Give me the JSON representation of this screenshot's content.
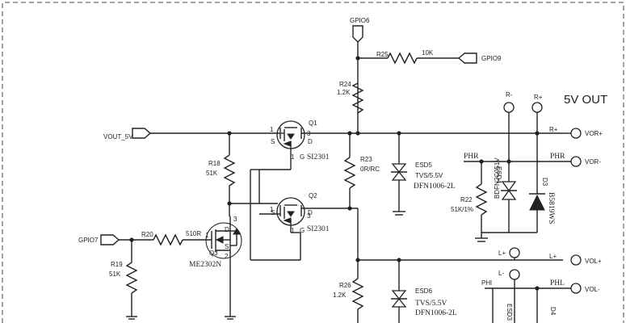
{
  "section_title": "5V OUT",
  "ports": {
    "gpio6": "GPIO6",
    "gpio9": "GPIO9",
    "gpio7": "GPIO7",
    "vout5v": "VOUT_5V",
    "vor_plus": "VOR+",
    "vor_minus": "VOR-",
    "vol_plus": "VOL+",
    "vol_minus": "VOL-"
  },
  "nets": {
    "r_plus": "R+",
    "r_minus": "R-",
    "l_plus": "L+",
    "l_minus": "L-",
    "phr": "PHR",
    "phl": "PHL",
    "phl_alt": "PHl"
  },
  "components": {
    "r25": {
      "ref": "R25",
      "value": "10K"
    },
    "r24": {
      "ref": "R24",
      "value": "1.2K"
    },
    "r18": {
      "ref": "R18",
      "value": "51K"
    },
    "r23": {
      "ref": "R23",
      "value": "0R/RC"
    },
    "r20": {
      "ref": "R20",
      "value": "510R"
    },
    "r19": {
      "ref": "R19",
      "value": "51K"
    },
    "r26": {
      "ref": "R26",
      "value": "1.2K"
    },
    "r22": {
      "ref": "R22",
      "value": "51K/1%"
    },
    "q1": {
      "ref": "Q1",
      "part": "SI2301"
    },
    "q2": {
      "ref": "Q2",
      "part": "SI2301"
    },
    "q3": {
      "ref": "Q3",
      "part": "ME2302N"
    },
    "esd5": {
      "ref": "ESD5",
      "part1": "TVS/5.5V",
      "part2": "DFN1006-2L"
    },
    "esd6": {
      "ref": "ESD6",
      "part1": "TVS/5.5V",
      "part2": "DFN1006-2L"
    },
    "esd4": {
      "ref": "ESD4",
      "part": "BDFN2C051V"
    },
    "esd3": {
      "ref": "ESD3"
    },
    "d3": {
      "ref": "D3",
      "part": "B5819WS"
    },
    "d4": {
      "ref": "D4"
    }
  },
  "pins": {
    "one": "1",
    "two": "2",
    "three": "3",
    "s": "S",
    "g": "G",
    "d": "D"
  }
}
